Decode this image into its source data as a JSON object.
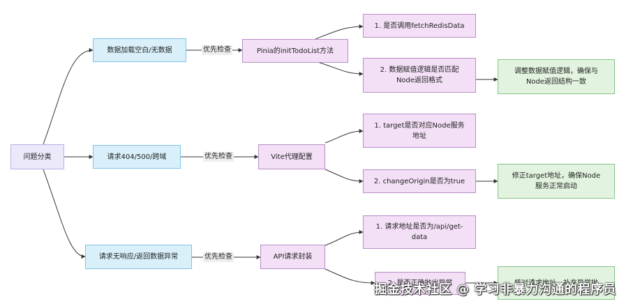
{
  "nodes": {
    "root": "问题分类",
    "cat_empty": "数据加载空白/无数据",
    "cat_error": "请求404/500/跨域",
    "cat_noresp": "请求无响应/返回数据异常",
    "check_pinia": "Pinia的initTodoList方法",
    "check_vite": "Vite代理配置",
    "check_api": "API请求封装",
    "q_fetch": "1. 是否调用fetchRedisData",
    "q_assign": "2. 数据赋值逻辑是否匹配Node返回格式",
    "q_target": "1. target是否对应Node服务地址",
    "q_origin": "2. changeOrigin是否为true",
    "q_url": "1. 请求地址是否为/api/get-data",
    "q_throw": "2. 是否正确抛出异常",
    "fix_assign": "调整数据赋值逻辑，确保与Node返回结构一致",
    "fix_target": "修正target地址，确保Node服务正常启动",
    "fix_api": "核对请求地址，补充异常抛"
  },
  "edge_labels": {
    "priority_check_1": "优先检查",
    "priority_check_2": "优先检查",
    "priority_check_3": "优先检查"
  },
  "watermark": "掘金技术社区 @ 学习非暴力沟通的程序员"
}
